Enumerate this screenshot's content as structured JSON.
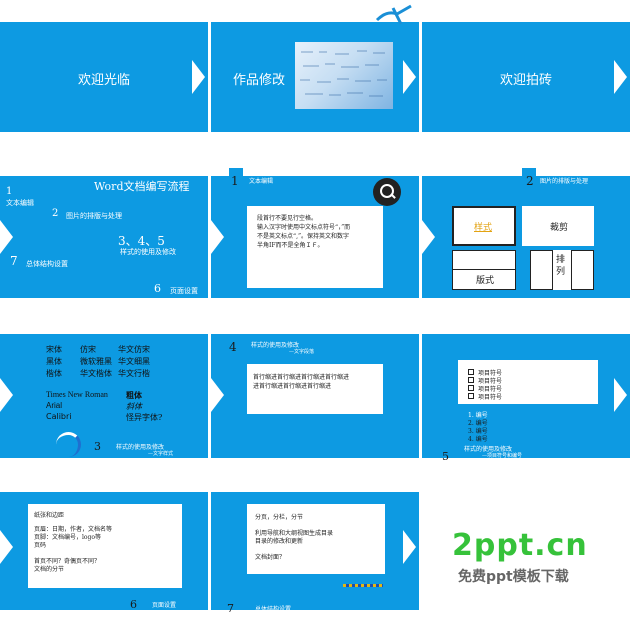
{
  "s1": {
    "title": "欢迎光临"
  },
  "s2": {
    "title": "作品修改"
  },
  "s3": {
    "title": "欢迎拍砖"
  },
  "s4": {
    "title": "Word文档编写流程",
    "n1": "1",
    "l1": "文本编辑",
    "n2": "2",
    "l2": "图片的排版与处理",
    "n3": "3、4、5",
    "l3": "样式的使用及修改",
    "n7": "7",
    "l7": "总体结构设置",
    "n6": "6",
    "l6": "页面设置"
  },
  "s5": {
    "num": "1",
    "label": "文本编辑",
    "para": "段首行不要见行空格。\n输入汉字时使用中文标点符号“，”而\n不是英文标点“,”。保持英文和数字\n半角IF而不是全角ＩＦ。"
  },
  "s6": {
    "num": "2",
    "label": "图片的排版与处理",
    "style_label": "样式",
    "crop_label": "裁剪",
    "layout_label": "版式",
    "arrange_label": "排\n列"
  },
  "s7": {
    "fonts": [
      [
        "宋体",
        "仿宋",
        "华文仿宋"
      ],
      [
        "黑体",
        "微软雅黑",
        "华文细黑"
      ],
      [
        "楷体",
        "华文楷体",
        "华文行楷"
      ]
    ],
    "western": [
      "Times New Roman",
      "Arial",
      "Calibri"
    ],
    "western_cn": [
      "粗体",
      "斜体",
      "怪异字体?"
    ],
    "num": "3",
    "label": "样式的使用及修改",
    "sub": "—文字样式"
  },
  "s8": {
    "num": "4",
    "label": "样式的使用及修改",
    "sub": "—文字段落",
    "para": "首行缩进首行缩进首行缩进首行缩进\n进首行缩进首行缩进首行缩进"
  },
  "s9": {
    "bullets": [
      "项目符号",
      "项目符号",
      "项目符号",
      "项目符号"
    ],
    "numbered": [
      "1. 编号",
      "2. 编号",
      "3. 编号",
      "4. 编号"
    ],
    "num": "5",
    "label": "样式的使用及修改",
    "sub": "—项目符号和编号"
  },
  "s10": {
    "heading": "纸张和边距",
    "lines": [
      "页眉：日期，作者，文档名等",
      "页脚：文档编号，logo等",
      "页码",
      "",
      "首页不同？奇偶页不同？",
      "文档的分节"
    ],
    "num": "6",
    "label": "页面设置"
  },
  "s11": {
    "line1": "分页，分栏，分节",
    "line2": "利用导航和大纲视图生成目录",
    "line3": "目录的修改和更新",
    "line4": "文档封面？",
    "num": "7",
    "label": "总体结构设置"
  },
  "watermark": {
    "big": "2ppt.cn",
    "small": "免费ppt模板下载"
  },
  "colors": {
    "blue": "#0d9ae2",
    "white": "#ffffff",
    "wm_green": "#36c23a"
  }
}
